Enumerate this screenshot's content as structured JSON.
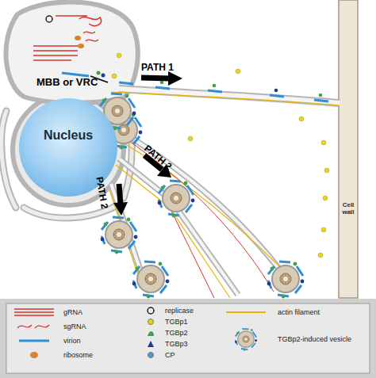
{
  "diagram": {
    "nodes": [
      {
        "text": [
          "Nucleus"
        ]
      },
      {
        "text": [
          "Cell wall"
        ]
      }
    ],
    "labels": [
      "MBB or VRC",
      "PATH 1",
      "PATH 2",
      "PATH 2"
    ],
    "legend": [
      {
        "text": "gRNA"
      },
      {
        "text": "sgRNA"
      },
      {
        "text": "virion"
      },
      {
        "text": "ribosome"
      },
      {
        "text": "replicase"
      },
      {
        "text": "TGBp1",
        "color": "#f2d400"
      },
      {
        "text": "TGBp2"
      },
      {
        "text": "TGBp3"
      },
      {
        "text": "CP",
        "color": "#3d9be0"
      },
      {
        "text": "actin filament"
      },
      {
        "text": "TGBp2-induced vesicle"
      }
    ]
  }
}
